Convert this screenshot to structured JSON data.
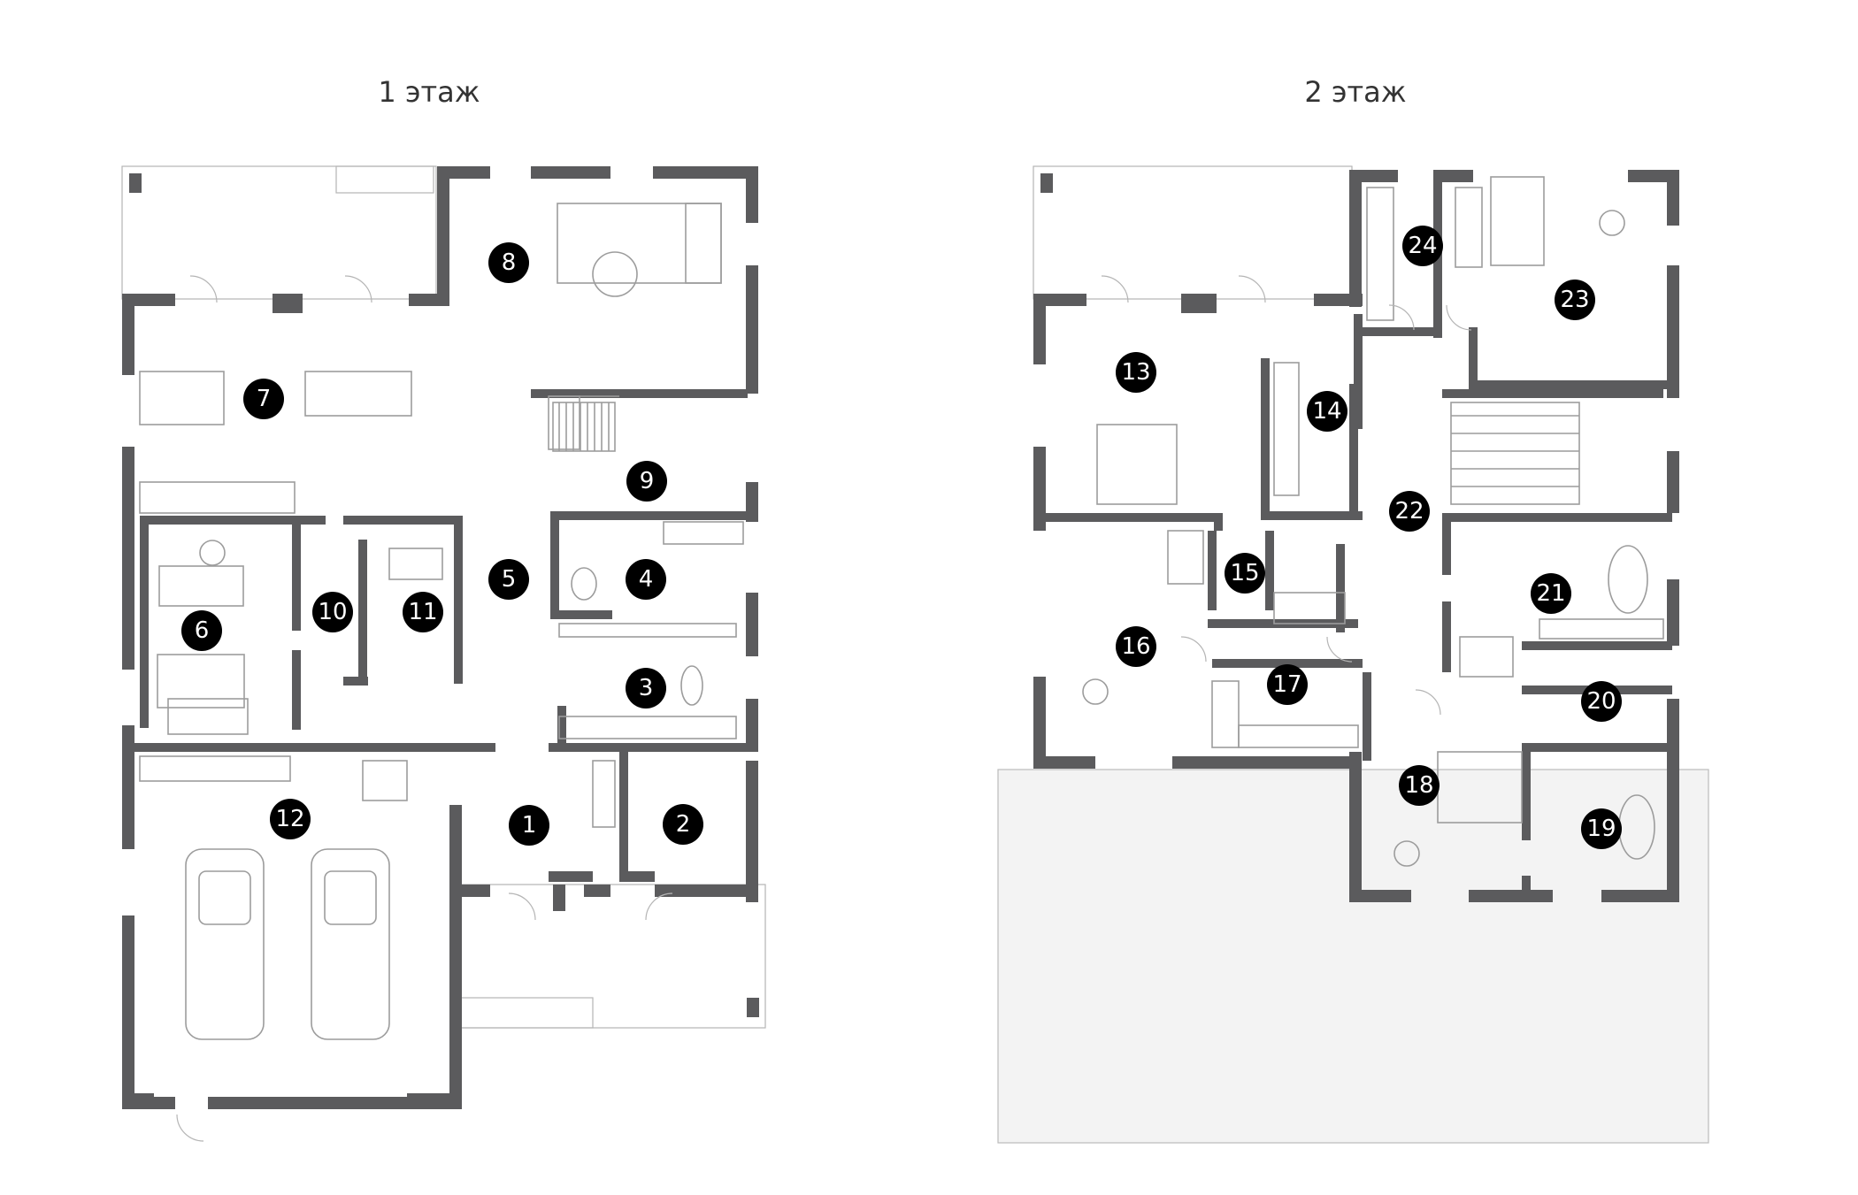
{
  "floors": [
    {
      "title": "1 этаж",
      "labels": [
        "1",
        "2",
        "3",
        "4",
        "5",
        "6",
        "7",
        "8",
        "9",
        "10",
        "11",
        "12"
      ]
    },
    {
      "title": "2 этаж",
      "labels": [
        "13",
        "14",
        "15",
        "16",
        "17",
        "18",
        "19",
        "20",
        "21",
        "22",
        "23",
        "24"
      ]
    }
  ]
}
